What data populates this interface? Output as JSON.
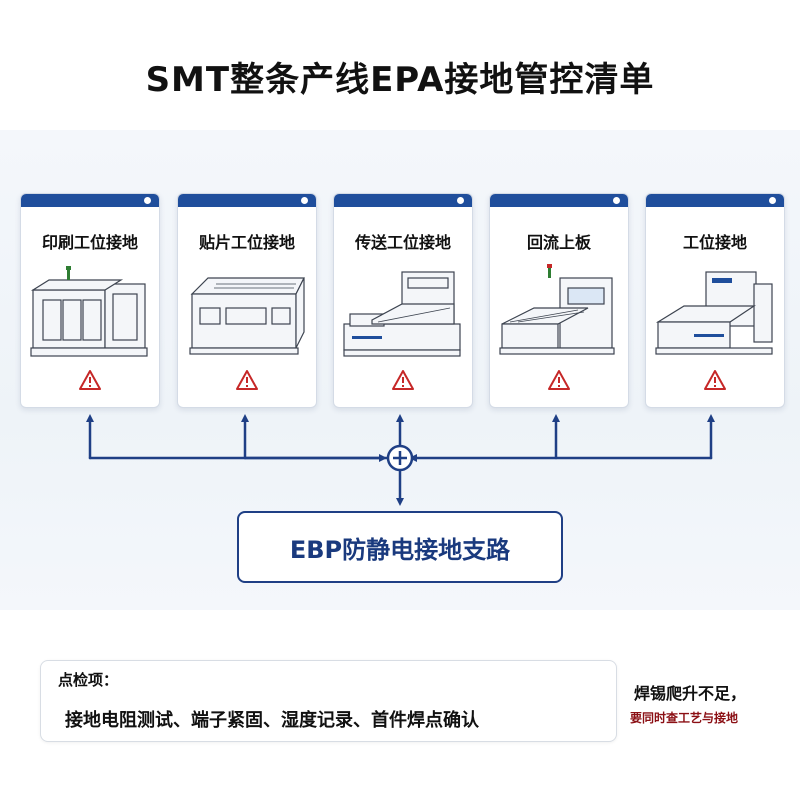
{
  "title": "SMT整条产线EPA接地管控清单",
  "stations": [
    {
      "label": "印刷工位接地",
      "machine_icon": "printer-machine-icon",
      "warning_icon": "warning-triangle-icon"
    },
    {
      "label": "贴片工位接地",
      "machine_icon": "pick-and-place-machine-icon",
      "warning_icon": "warning-triangle-icon"
    },
    {
      "label": "传送工位接地",
      "machine_icon": "conveyor-machine-icon",
      "warning_icon": "warning-triangle-icon"
    },
    {
      "label": "回流上板",
      "machine_icon": "reflow-oven-icon",
      "warning_icon": "warning-triangle-icon"
    },
    {
      "label": "工位接地",
      "machine_icon": "inspection-machine-icon",
      "warning_icon": "warning-triangle-icon"
    }
  ],
  "junction_icon": "junction-plus-icon",
  "ebp_label": "EBP防静电接地支路",
  "checks": {
    "title": "点检项：",
    "items": "接地电阻测试、端子紧固、湿度记录、首件焊点确认"
  },
  "note": {
    "line1": "焊锡爬升不足，",
    "line2": "要同时查工艺与接地"
  },
  "colors": {
    "accent": "#1f4e9c",
    "connector": "#1f3f85",
    "warning": "#c62828",
    "note_red": "#8b0f14"
  }
}
